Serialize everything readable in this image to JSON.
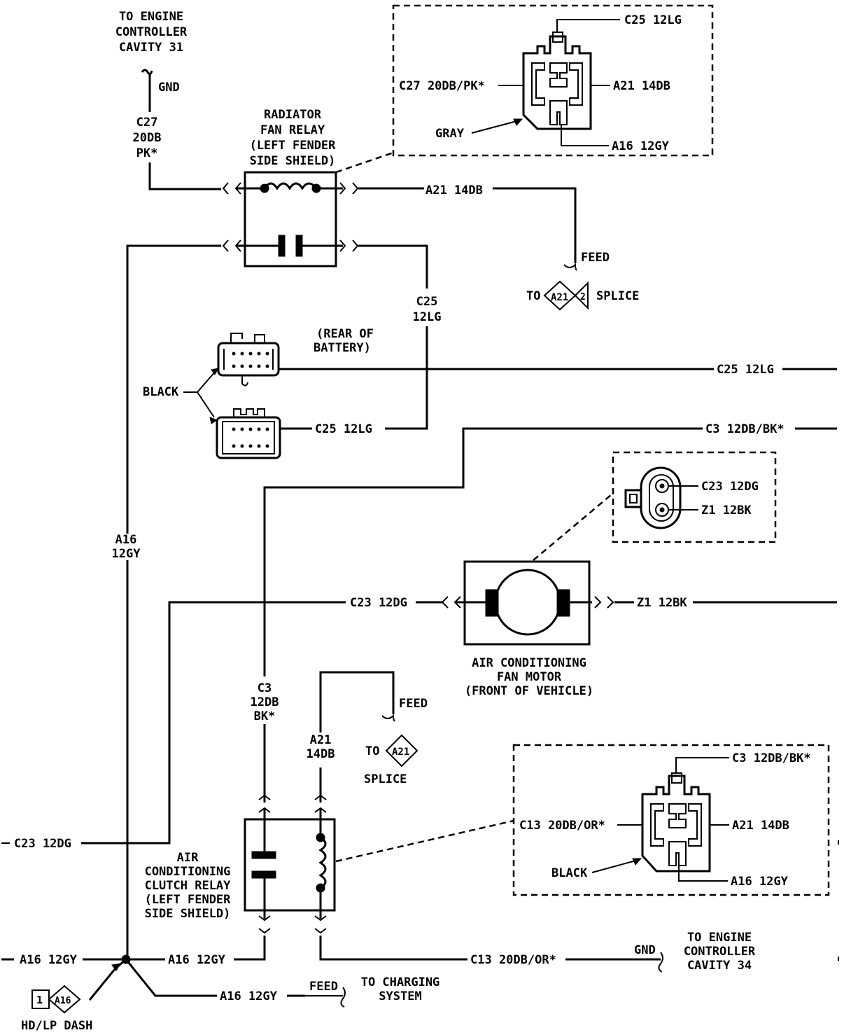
{
  "labels": {
    "engine_ctrl_31": [
      "TO ENGINE",
      "CONTROLLER",
      "CAVITY 31"
    ],
    "gnd_top": "GND",
    "c27_vertical": [
      "C27",
      "20DB",
      "PK*"
    ],
    "rad_relay": [
      "RADIATOR",
      "FAN RELAY",
      "(LEFT FENDER",
      "SIDE SHIELD)"
    ],
    "a21_top": "A21 14DB",
    "feed_top": "FEED",
    "splice_to": "TO",
    "splice_a21_top": "A21",
    "splice_2": "2",
    "splice_word": "SPLICE",
    "c25_vertical": [
      "C25",
      "12LG"
    ],
    "inset1_c25": "C25 12LG",
    "inset1_c27": "C27 20DB/PK*",
    "inset1_a21": "A21 14DB",
    "inset1_gray": "GRAY",
    "inset1_a16": "A16 12GY",
    "rear_battery": [
      "(REAR OF",
      "BATTERY)"
    ],
    "black_conn": "BLACK",
    "c25_right": "C25 12LG",
    "c25_lower": "C25 12LG",
    "c3_right": "C3 12DB/BK*",
    "inset2_c23": "C23 12DG",
    "inset2_z1": "Z1 12BK",
    "c23_mid": "C23 12DG",
    "z1_mid": "Z1 12BK",
    "ac_fan_motor": [
      "AIR CONDITIONING",
      "FAN MOTOR",
      "(FRONT OF VEHICLE)"
    ],
    "a16_vertical": [
      "A16",
      "12GY"
    ],
    "c3_vertical": [
      "C3",
      "12DB",
      "BK*"
    ],
    "a21_vertical": [
      "A21",
      "14DB"
    ],
    "feed_mid": "FEED",
    "to_mid": "TO",
    "splice_a21_mid": "A21",
    "splice_mid": "SPLICE",
    "c23_left": "C23 12DG",
    "ac_clutch_relay": [
      "AIR",
      "CONDITIONING",
      "CLUTCH RELAY",
      "(LEFT FENDER",
      "SIDE SHIELD)"
    ],
    "inset3_c3": "C3 12DB/BK*",
    "inset3_c13": "C13 20DB/OR*",
    "inset3_a21": "A21 14DB",
    "inset3_black": "BLACK",
    "inset3_a16": "A16 12GY",
    "a16_left": "A16 12GY",
    "a16_mid": "A16 12GY",
    "c13_bottom": "C13 20DB/OR*",
    "gnd_bottom": "GND",
    "engine_ctrl_34": [
      "TO ENGINE",
      "CONTROLLER",
      "CAVITY 34"
    ],
    "a16_bottom": "A16 12GY",
    "feed_bottom": "FEED",
    "charging": [
      "TO CHARGING",
      "SYSTEM"
    ],
    "hdlp_num": "1",
    "hdlp_a16": "A16",
    "hdlp_dash": "HD/LP DASH"
  }
}
